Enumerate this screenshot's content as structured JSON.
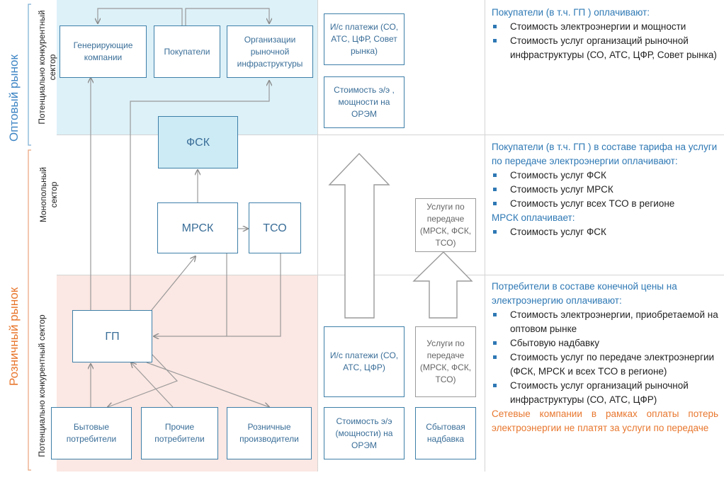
{
  "labels": {
    "wholesale_market": "Оптовый рынок",
    "retail_market": "Розничный рынок",
    "competitive_sector_top": "Потенциально конкурентный сектор",
    "monopoly_sector": "Монопольный сектор",
    "competitive_sector_bottom": "Потенциально конкурентный сектор"
  },
  "boxes": {
    "generating": "Генерирующие компании",
    "buyers": "Покупатели",
    "infrastructure": "Организации рыночной инфраструктуры",
    "fsk": "ФСК",
    "mrsk": "МРСК",
    "tso": "ТСО",
    "gp": "ГП",
    "household": "Бытовые потребители",
    "other_consumers": "Прочие потребители",
    "retail_producers": "Розничные производители",
    "payments_top": "И/с платежи (СО, АТС, ЦФР, Совет рынка)",
    "cost_top": "Стоимость э/э , мощности на ОРЭМ",
    "transfer_mid": "Услуги по передаче (МРСК, ФСК, ТСО)",
    "payments_bottom": "И/с платежи (СО, АТС, ЦФР)",
    "transfer_bottom": "Услуги по передаче (МРСК, ФСК, ТСО)",
    "cost_bottom": "Стоимость э/э (мощности) на ОРЭМ",
    "sales_markup": "Сбытовая надбавка"
  },
  "panels": {
    "wholesale": {
      "header": "Покупатели (в т.ч. ГП ) оплачивают:",
      "items": [
        "Стоимость электроэнергии и мощности",
        "Стоимость услуг организаций рыночной инфраструктуры (СО, АТС, ЦФР, Совет рынка)"
      ]
    },
    "monopoly": {
      "header": "Покупатели (в т.ч. ГП ) в составе тарифа на услуги по передаче электроэнергии оплачивают:",
      "items": [
        "Стоимость услуг ФСК",
        "Стоимость услуг МРСК",
        "Стоимость услуг всех ТСО в регионе"
      ],
      "header2": "МРСК оплачивает:",
      "items2": [
        "Стоимость услуг ФСК"
      ]
    },
    "retail": {
      "header": "Потребители в составе конечной цены на электроэнергию оплачивают:",
      "items": [
        "Стоимость электроэнергии, приобретаемой на оптовом рынке",
        "Сбытовую надбавку",
        "Стоимость услуг по передаче электроэнергии (ФСК, МРСК и всех ТСО в регионе)",
        "Стоимость услуг организаций рыночной инфраструктуры (СО, АТС, ЦФР)"
      ],
      "note": "Сетевые компании в рамках оплаты потерь электроэнергии не платят за услуги по передаче"
    }
  },
  "colors": {
    "blue_text": "#2e78b4",
    "orange_text": "#e8772e",
    "box_border": "#3d7fa8",
    "wholesale_zone": "#ddf1f8",
    "retail_zone": "#fbe7e3"
  }
}
